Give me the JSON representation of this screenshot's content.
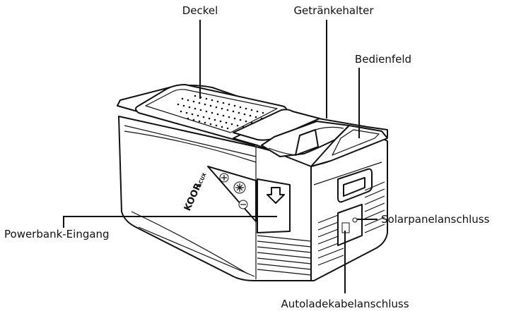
{
  "labels": {
    "lid": "Deckel",
    "cup_holder": "Getränkehalter",
    "control_panel": "Bedienfeld",
    "solar_port": "Solarpanelanschluss",
    "powerbank_input": "Powerbank-Eingang",
    "car_charger_port": "Autoladekabelanschluss"
  },
  "product": {
    "logo": "KOOR",
    "logo_suffix": "ACUX"
  },
  "colors": {
    "ink": "#111111",
    "background": "#ffffff"
  }
}
